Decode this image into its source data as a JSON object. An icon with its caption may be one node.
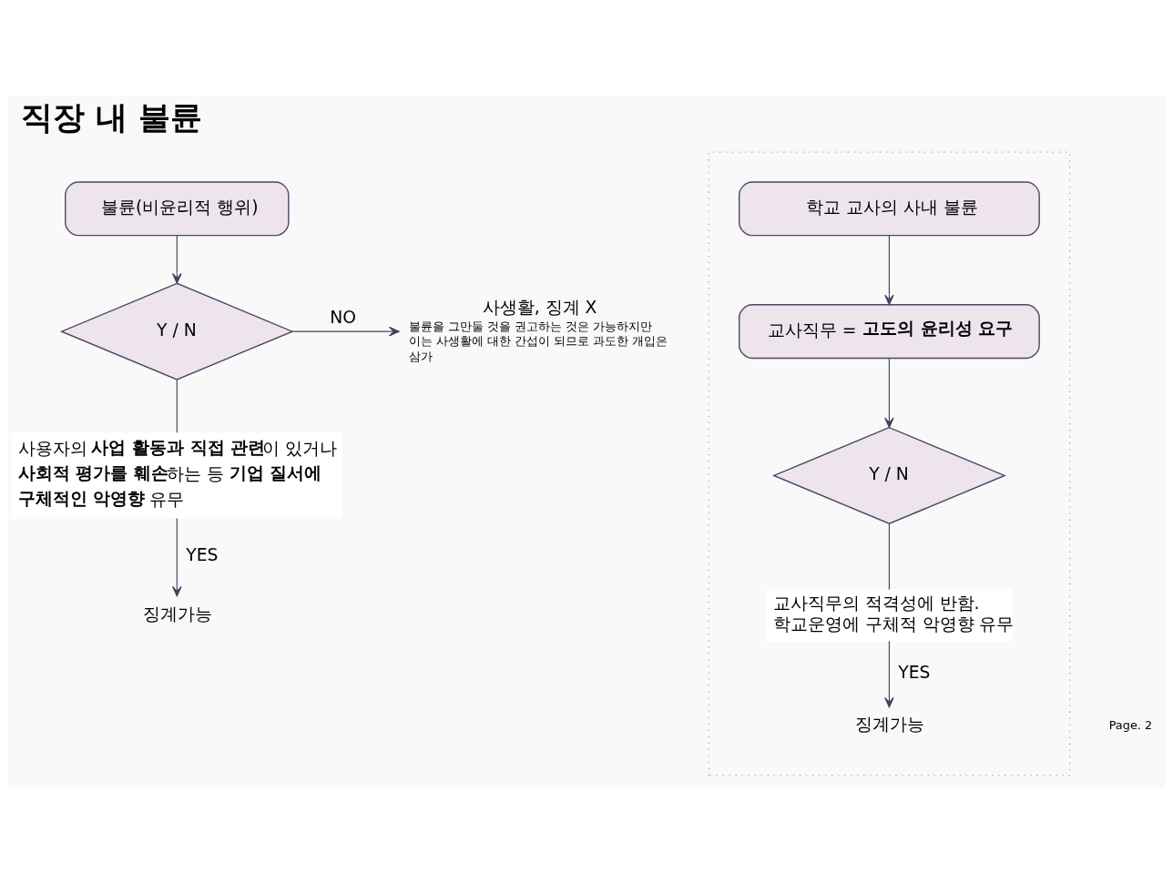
{
  "diagram": {
    "title": "직장 내 불륜",
    "nodes": [
      {
        "text": [
          "불륜(비윤리적 행위)"
        ]
      },
      {
        "text": [
          "Y / N"
        ]
      },
      {
        "text": [
          "사생활, 징계 X"
        ],
        "beside": [
          "불륜을 그만둘 것을 권고하는 것은 가능하지만 이는 사생활에 대한 간섭이 되므로 과도한 개입은 삼가"
        ]
      },
      {
        "text": [
          "사용자의 **사업 활동과 직접 관련**이 있거나 **사회적 평가를 훼손**하는 등 **기업 질서에 구체적인 악영향** 유무"
        ]
      },
      {
        "text": [
          "징계가능"
        ]
      },
      {
        "text": [],
        "shape": "box"
      },
      {
        "text": [
          "학교 교사의 사내 불륜"
        ],
        "in": 5
      },
      {
        "text": [
          "교사직무 = **고도의 윤리성 요구**"
        ],
        "in": 5
      },
      {
        "text": [
          "Y / N"
        ],
        "in": 5
      },
      {
        "text": [
          "교사직무의 적격성에 반함. 학교운영에 구체적 악영향 유무"
        ],
        "in": 5
      },
      {
        "text": [
          "징계가능"
        ],
        "in": 5
      }
    ],
    "edges": [
      {
        "from": 0,
        "to": 1,
        "arrow": "to"
      },
      {
        "from": 1,
        "to": 2,
        "arrow": "to",
        "label": "NO"
      },
      {
        "from": 1,
        "to": 3,
        "arrow": "none"
      },
      {
        "from": 3,
        "to": 4,
        "arrow": "to",
        "label": "YES"
      },
      {
        "from": 6,
        "to": 7,
        "arrow": "to"
      },
      {
        "from": 7,
        "to": 8,
        "arrow": "to"
      },
      {
        "from": 8,
        "to": 9,
        "arrow": "none"
      },
      {
        "from": 9,
        "to": 10,
        "arrow": "to",
        "label": "YES"
      }
    ],
    "labels": [
      "Page. 2"
    ]
  }
}
